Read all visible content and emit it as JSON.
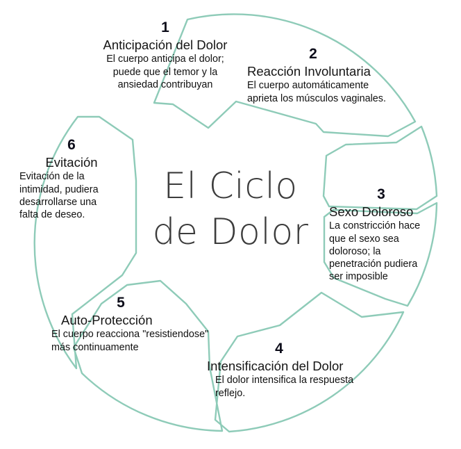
{
  "diagram": {
    "title_lines": [
      "El Ciclo",
      "de Dolor"
    ],
    "accent_color": "#8ecbb8",
    "text_color": "#141414",
    "title_color": "#3c3c3c",
    "background": "#ffffff",
    "segment_count": 6
  },
  "segments": [
    {
      "number": "1",
      "title": "Anticipación del Dolor",
      "body_lines": [
        "El cuerpo anticipa el dolor;",
        "puede  que el temor y la",
        "ansiedad contribuyan"
      ]
    },
    {
      "number": "2",
      "title": "Reacción Involuntaria",
      "body_lines": [
        "El cuerpo automáticamente",
        "aprieta los músculos vaginales."
      ]
    },
    {
      "number": "3",
      "title": "Sexo Doloroso",
      "body_lines": [
        "La constricción hace",
        "que el sexo sea",
        "doloroso; la",
        "penetración pudiera",
        "ser imposible"
      ]
    },
    {
      "number": "4",
      "title": "Intensificación del Dolor",
      "body_lines": [
        "El dolor intensifica la respuesta",
        "reflejo."
      ]
    },
    {
      "number": "5",
      "title": "Auto-Protección",
      "body_lines": [
        "El cuerpo reacciona \"resistiendose\"",
        "más continuamente"
      ]
    },
    {
      "number": "6",
      "title": "Evitación",
      "body_lines": [
        "Evitación de la",
        "intimidad, pudiera",
        "desarrollarse una",
        "falta de deseo."
      ]
    }
  ],
  "chart_data": {
    "type": "diagram",
    "subtype": "cycle-ring",
    "title": "El Ciclo de Dolor",
    "segment_order": [
      "1",
      "2",
      "3",
      "4",
      "5",
      "6"
    ],
    "labels": [
      "Anticipación del Dolor",
      "Reacción Involuntaria",
      "Sexo Doloroso",
      "Intensificación del Dolor",
      "Auto-Protección",
      "Evitación"
    ],
    "direction": "clockwise",
    "legend": "none"
  }
}
